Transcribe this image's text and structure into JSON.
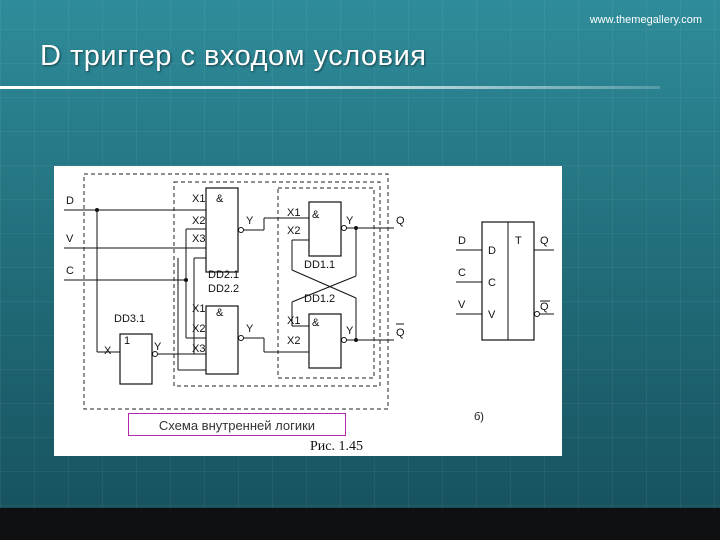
{
  "header": {
    "website": "www.themegallery.com",
    "title": "D  триггер с входом условия"
  },
  "diagram": {
    "inputs": {
      "d": "D",
      "v": "V",
      "c": "C"
    },
    "gate_inputs": {
      "x1": "X1",
      "x2": "X2",
      "x3": "X3",
      "x": "X"
    },
    "outputs": {
      "y": "Y",
      "q": "Q",
      "q_bar": "Q"
    },
    "gate_symbols": {
      "and": "&",
      "not": "1"
    },
    "chip_labels": {
      "dd2": "DD2.1\nDD2.2",
      "dd2_1": "DD2.1",
      "dd2_2": "DD2.2",
      "dd1_1": "DD1.1",
      "dd1_2": "DD1.2",
      "dd3_1": "DD3.1"
    },
    "block": {
      "d_in": "D",
      "c_in": "C",
      "v_in": "V",
      "d_pin": "D",
      "c_pin": "C",
      "v_pin": "V",
      "t": "T",
      "q_out": "Q",
      "qbar_out": "Q"
    },
    "sub_label": "б)",
    "caption_box": "Схема внутренней логики",
    "figure_caption": "Рис. 1.45"
  },
  "colors": {
    "background": "#226f7c",
    "caption_border": "#b32aa8",
    "bottom_bar": "#0d0f10"
  }
}
